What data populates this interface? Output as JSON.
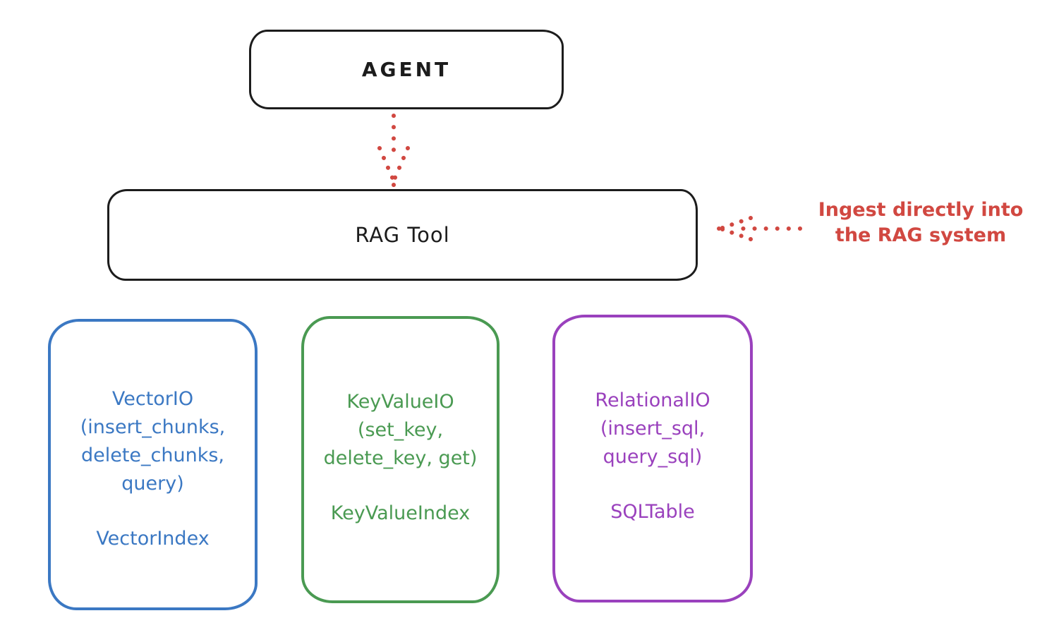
{
  "colors": {
    "ink": "#1c1c1c",
    "red": "#d14841",
    "blue": "#3b78c3",
    "green": "#4a9a52",
    "purple": "#9a41bd"
  },
  "diagram": {
    "agent": {
      "label": "AGENT"
    },
    "rag_tool": {
      "label": "RAG Tool"
    },
    "annotation": {
      "text": "Ingest directly into\nthe RAG system"
    },
    "backends": [
      {
        "id": "vector-io",
        "color": "#3b78c3",
        "api": "VectorIO\n(insert_chunks,\ndelete_chunks,\nquery)",
        "index": "VectorIndex"
      },
      {
        "id": "keyvalue-io",
        "color": "#4a9a52",
        "api": "KeyValueIO\n(set_key,\ndelete_key, get)",
        "index": "KeyValueIndex"
      },
      {
        "id": "relational-io",
        "color": "#9a41bd",
        "api": "RelationalIO\n(insert_sql,\nquery_sql)",
        "index": "SQLTable"
      }
    ]
  }
}
